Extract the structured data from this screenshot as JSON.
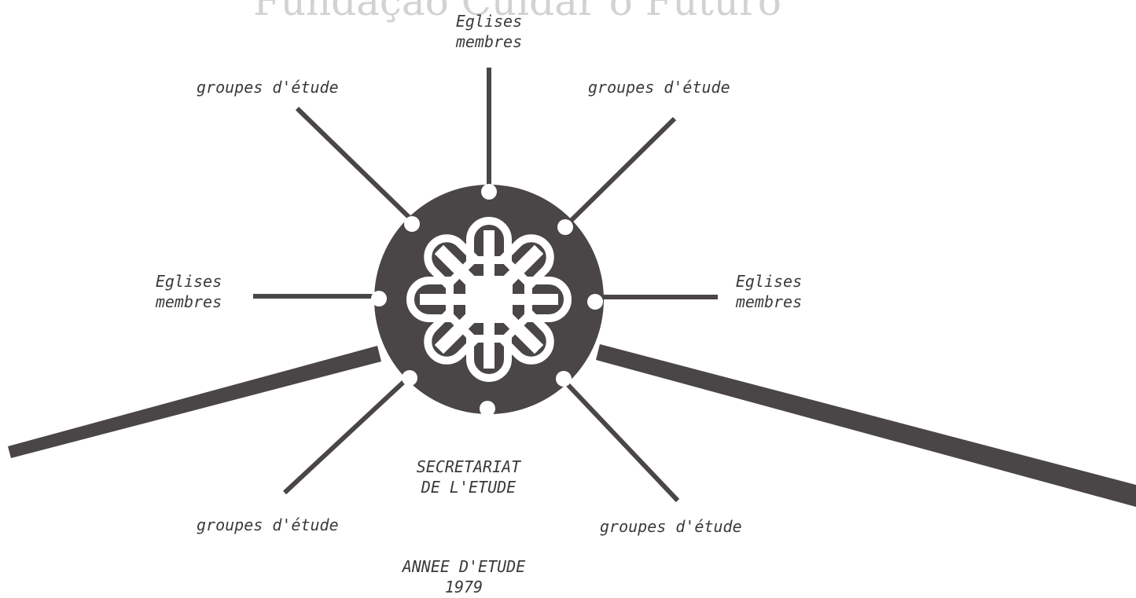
{
  "watermark": "Fundação Cuidar o Futuro",
  "labels": {
    "top_member": [
      "Eglises",
      "membres"
    ],
    "left_member": [
      "Eglises",
      "membres"
    ],
    "right_member": [
      "Eglises",
      "membres"
    ],
    "study_top_left": "groupes d'étude",
    "study_top_right": "groupes d'étude",
    "study_bottom_left": "groupes d'étude",
    "study_bottom_right": "groupes d'étude",
    "secretariat": [
      "SECRETARIAT",
      "DE L'ETUDE"
    ],
    "year": [
      "ANNEE D'ETUDE",
      "1979"
    ]
  },
  "colors": {
    "ink": "#4a4546",
    "paper": "#ffffff",
    "text": "#3a3a3a"
  }
}
